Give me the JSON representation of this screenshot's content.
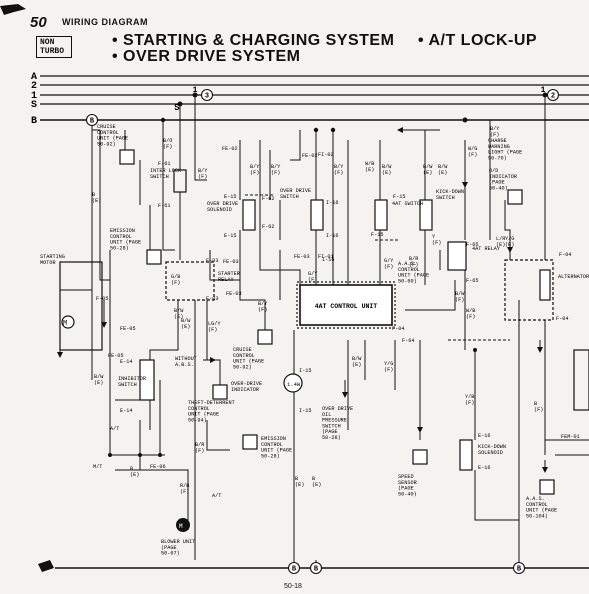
{
  "header": {
    "page_number": "50",
    "page_label": "WIRING DIAGRAM",
    "variant": "NON TURBO",
    "title_1": "• STARTING & CHARGING SYSTEM",
    "title_2": "• A/T LOCK-UP",
    "title_3": "• OVER DRIVE SYSTEM"
  },
  "bus_labels": [
    "A",
    "2",
    "1",
    "S",
    "B"
  ],
  "components": {
    "cruise_unit": "CRUISE CONTROL UNIT (PAGE 50-92)",
    "inter_lock_switch": "INTER LOCK SWITCH",
    "emission_unit_top": "EMISSION CONTROL UNIT (PAGE 50-28)",
    "starting_motor": "STARTING MOTOR",
    "od_solenoid": "OVER DRIVE SOLENOID",
    "od_switch": "OVER DRIVE SWITCH",
    "fourat_switch": "4AT SWITCH",
    "kick_down_switch": "KICK-DOWN SWITCH",
    "charge_light": "CHARGE WARNING LIGHT (PAGE 50-70)",
    "od_indicator": "O/D INDICATOR (PAGE 50-40)",
    "starter_relay": "STARTER RELAY",
    "fourat_unit": "4AT CONTROL UNIT",
    "aas_unit": "A.A.S. CONTROL UNIT (PAGE 50-60)",
    "fourat_relay": "4AT RELAY",
    "alternator": "ALTERNATOR",
    "inhibitor_switch": "INHIBITOR SWITCH",
    "cruise_unit_2": "CRUISE CONTROL UNIT (PAGE 50-92)",
    "without_abs": "WITHOUT A.B.S.",
    "od_indicator_2": "OVER-DRIVE INDICATOR",
    "theft_unit": "THEFT-DETERRENT CONTROL UNIT (PAGE 50-94)",
    "oil_pressure_switch": "OVER DRIVE OIL PRESSURE SWITCH (PAGE 50-28)",
    "emission_unit_bottom": "EMISSION CONTROL UNIT (PAGE 50-28)",
    "speed_sensor": "SPEED SENSOR (PAGE 50-40)",
    "kick_down_solenoid": "KICK-DOWN SOLENOID",
    "blower_unit": "BLOWER UNIT (PAGE 50-67)",
    "aas_unit_2": "A.A.S. CONTROL UNIT (PAGE 50-104)",
    "bulb": "1.4W"
  },
  "circled": [
    "3",
    "2",
    "B",
    "B",
    "B",
    "B"
  ],
  "wire_colors": [
    "B/O (F)",
    "B/Y (F)",
    "B (E)",
    "B/Y (F)",
    "B/Y (F)",
    "B/Y (F)",
    "W/B (E)",
    "B/W (E)",
    "B/W (E)",
    "B/W (E)",
    "W/G (F)",
    "L/R (E)",
    "LG/Y (F)",
    "B/W (E)",
    "G/B (F)",
    "G/Y (F)",
    "B/Y (F)",
    "B/R (F)",
    "Y (F)",
    "Y/G (E)",
    "B/W (F)",
    "B/W (E)",
    "W/B (F)",
    "M/T",
    "A/T",
    "A/T",
    "B/R (F)",
    "B/W (E)",
    "B (E)",
    "R/B (F)",
    "G/Y (F)",
    "Y/G (F)",
    "B/W (E)",
    "B (E)",
    "B (E)",
    "Y/B (F)",
    "B (F)",
    "B/Y (F)"
  ],
  "connector_codes": [
    "F-61",
    "F-61",
    "FE-02",
    "FE-02",
    "E-15",
    "E-15",
    "F-62",
    "F-62",
    "I-16",
    "I-16",
    "I-16",
    "F-15",
    "F-15",
    "FE-03",
    "FE-03",
    "FE-03",
    "F-03",
    "F-03",
    "FE-05",
    "FE-05",
    "F-05",
    "E-14",
    "E-14",
    "I-15",
    "I-15",
    "F-64",
    "F-65",
    "F-65",
    "F-04",
    "F-04",
    "FI-01",
    "FI-02",
    "FE-06",
    "E-16",
    "E-16",
    "FEM-01",
    "F-04"
  ],
  "footer": {
    "page_ref": "50-18"
  }
}
